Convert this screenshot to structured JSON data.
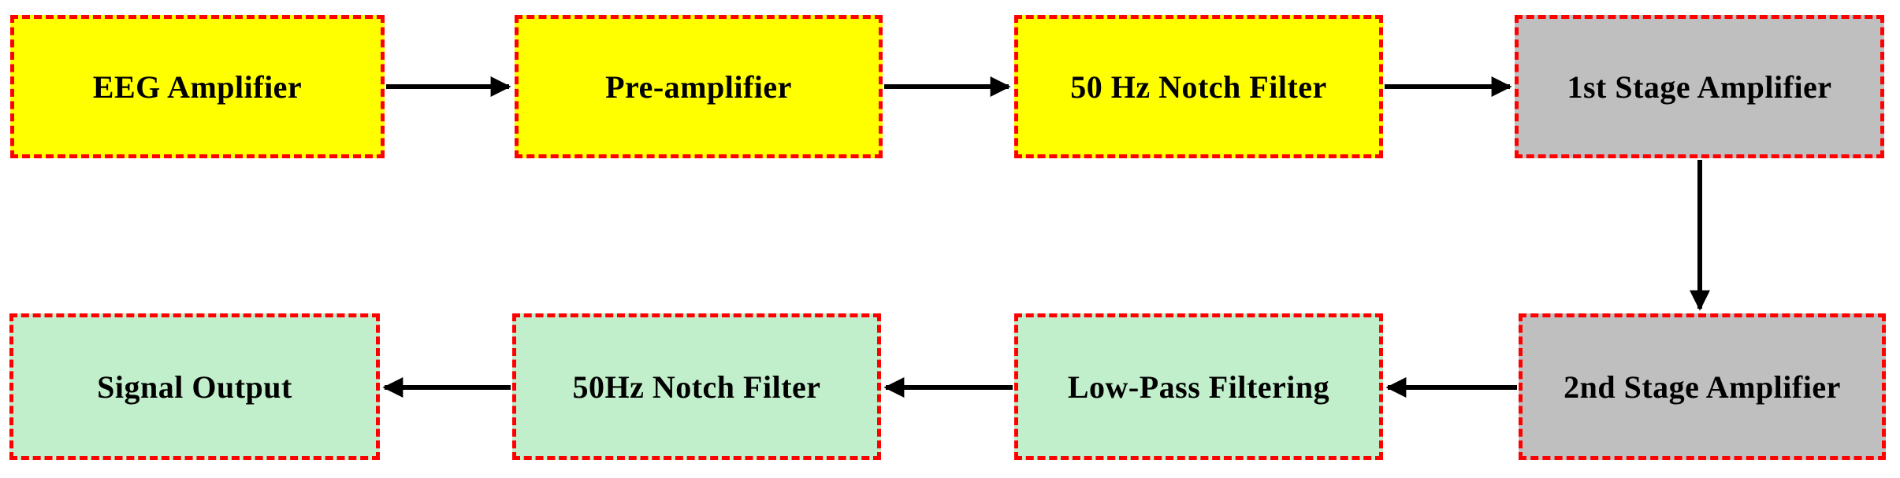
{
  "diagram": {
    "type": "block-flow-diagram",
    "background": "#FFFFFF",
    "nodes": [
      {
        "id": "eeg-amplifier",
        "label": "EEG Amplifier",
        "fill": "#FFFF00",
        "border": "#FF0000",
        "row": "top"
      },
      {
        "id": "pre-amplifier",
        "label": "Pre-amplifier",
        "fill": "#FFFF00",
        "border": "#FF0000",
        "row": "top"
      },
      {
        "id": "notch-filter-50hz",
        "label": "50 Hz Notch Filter",
        "fill": "#FFFF00",
        "border": "#FF0000",
        "row": "top"
      },
      {
        "id": "first-stage-amplifier",
        "label": "1st Stage Amplifier",
        "fill": "#BFBFBF",
        "border": "#FF0000",
        "row": "top"
      },
      {
        "id": "second-stage-amplifier",
        "label": "2nd Stage Amplifier",
        "fill": "#BFBFBF",
        "border": "#FF0000",
        "row": "bottom"
      },
      {
        "id": "low-pass-filtering",
        "label": "Low-Pass Filtering",
        "fill": "#C2EFCB",
        "border": "#FF0000",
        "row": "bottom"
      },
      {
        "id": "notch-filter-50hz-2",
        "label": "50Hz Notch Filter",
        "fill": "#C2EFCB",
        "border": "#FF0000",
        "row": "bottom"
      },
      {
        "id": "signal-output",
        "label": "Signal Output",
        "fill": "#C2EFCB",
        "border": "#FF0000",
        "row": "bottom"
      }
    ],
    "edges": [
      {
        "from": "eeg-amplifier",
        "to": "pre-amplifier",
        "direction": "right"
      },
      {
        "from": "pre-amplifier",
        "to": "notch-filter-50hz",
        "direction": "right"
      },
      {
        "from": "notch-filter-50hz",
        "to": "first-stage-amplifier",
        "direction": "right"
      },
      {
        "from": "first-stage-amplifier",
        "to": "second-stage-amplifier",
        "direction": "down"
      },
      {
        "from": "second-stage-amplifier",
        "to": "low-pass-filtering",
        "direction": "left"
      },
      {
        "from": "low-pass-filtering",
        "to": "notch-filter-50hz-2",
        "direction": "left"
      },
      {
        "from": "notch-filter-50hz-2",
        "to": "signal-output",
        "direction": "left"
      }
    ],
    "colors": {
      "box_yellow": "#FFFF00",
      "box_gray": "#BFBFBF",
      "box_green": "#C2EFCB",
      "border_red": "#FF0000",
      "arrow_black": "#000000",
      "text_black": "#000000"
    }
  }
}
